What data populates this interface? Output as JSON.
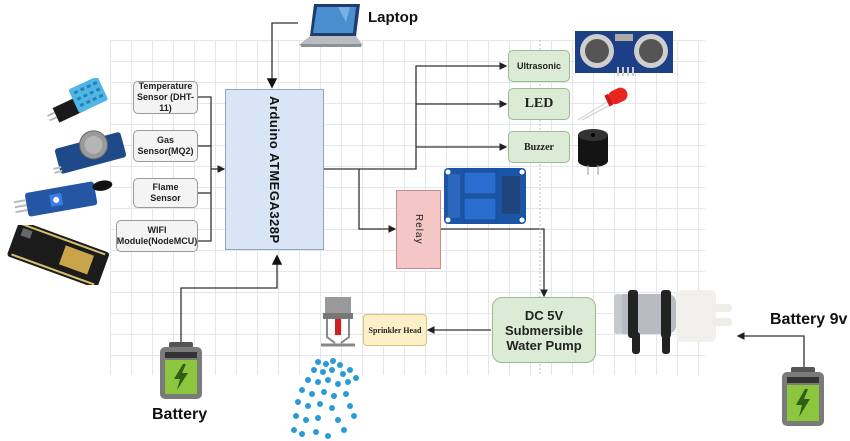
{
  "diagram": {
    "controller": "Arduino ATMEGA328P",
    "inputs": [
      {
        "label": "Temperature Sensor (DHT-11)",
        "icon": "dht11-sensor-icon"
      },
      {
        "label": "Gas Sensor(MQ2)",
        "icon": "mq2-gas-sensor-icon"
      },
      {
        "label": "Flame Sensor",
        "icon": "flame-sensor-icon"
      },
      {
        "label": "WIFI Module(NodeMCU)",
        "icon": "nodemcu-board-icon"
      }
    ],
    "outputs": [
      {
        "label": "Ultrasonic",
        "icon": "ultrasonic-sensor-icon"
      },
      {
        "label": "LED",
        "icon": "red-led-icon"
      },
      {
        "label": "Buzzer",
        "icon": "buzzer-icon"
      }
    ],
    "relay": {
      "label": "Relay",
      "icon": "relay-module-icon"
    },
    "pump": {
      "label": "DC 5V Submersible Water Pump",
      "line1": "DC 5V",
      "line2": "Submersible",
      "line3": "Water Pump",
      "icon": "water-pump-icon"
    },
    "sprinkler": {
      "label": "Sprinkler Head",
      "icon": "sprinkler-icon"
    },
    "laptop": {
      "label": "Laptop",
      "icon": "laptop-icon"
    },
    "battery_main": {
      "label": "Battery",
      "icon": "battery-icon"
    },
    "battery_pump": {
      "label": "Battery 9v",
      "icon": "battery-icon"
    },
    "colors": {
      "controller_fill": "#d7e5f7",
      "relay_fill": "#f5c6c6",
      "output_fill": "#dcebd5",
      "sprinkler_fill": "#fdf0c8",
      "sensor_fill": "#f4f4f4",
      "battery_green": "#8cc63f",
      "water_blue": "#2a9bd8"
    }
  }
}
